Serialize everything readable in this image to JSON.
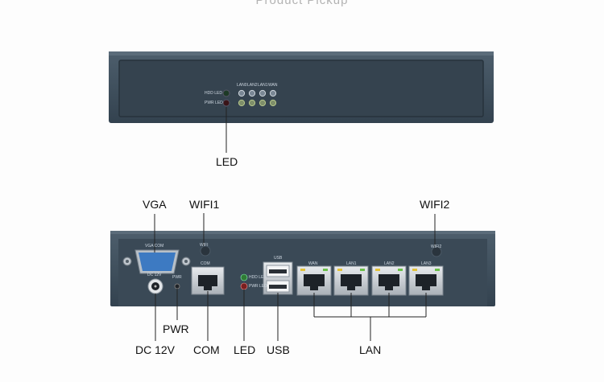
{
  "header": {
    "title": "Product Pickup"
  },
  "front": {
    "led_labels": {
      "hdd": "HDD LED",
      "pwr": "PWR LED"
    },
    "port_led_labels": [
      "LAN0",
      "LAN2",
      "LAN1",
      "WAN"
    ],
    "callout_led": "LED"
  },
  "rear": {
    "callouts": {
      "vga": "VGA",
      "wifi1": "WIFI1",
      "wifi2": "WIFI2",
      "pwr": "PWR",
      "dc": "DC 12V",
      "com": "COM",
      "led": "LED",
      "usb": "USB",
      "lan": "LAN"
    },
    "panel_labels": {
      "vga_com": "VGA COM",
      "dc": "DC 12V",
      "pwr": "PWR",
      "wifi1": "WIFI",
      "wifi2": "WIFI2",
      "com": "COM",
      "usb": "USB",
      "hdd_led": "HDD LED",
      "pwr_led": "PWR LED",
      "wan": "WAN",
      "lan1": "LAN1",
      "lan2": "LAN2",
      "lan3": "LAN3"
    }
  },
  "colors": {
    "chassis": "#3f4f5d",
    "panel": "#2f3e4b",
    "led_green": "#3b8a3b",
    "led_red": "#7a1f1f",
    "vga_blue": "#2f6fb5"
  }
}
